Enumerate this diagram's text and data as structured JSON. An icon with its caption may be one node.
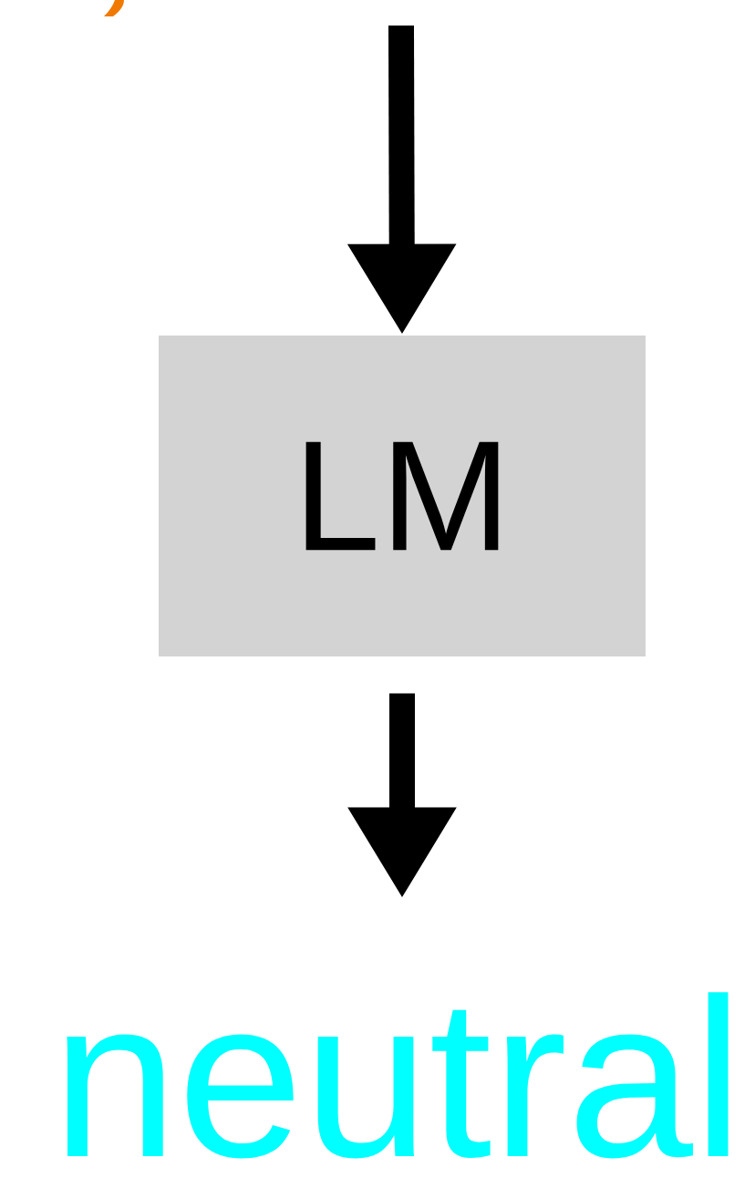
{
  "diagram": {
    "nodes": [
      {
        "text": [
          "LM"
        ]
      },
      {
        "text": [
          "neutral"
        ]
      }
    ],
    "edges": [
      {
        "from": null,
        "to": 0,
        "arrow": "to"
      },
      {
        "from": 0,
        "to": 1,
        "arrow": "to"
      }
    ]
  }
}
